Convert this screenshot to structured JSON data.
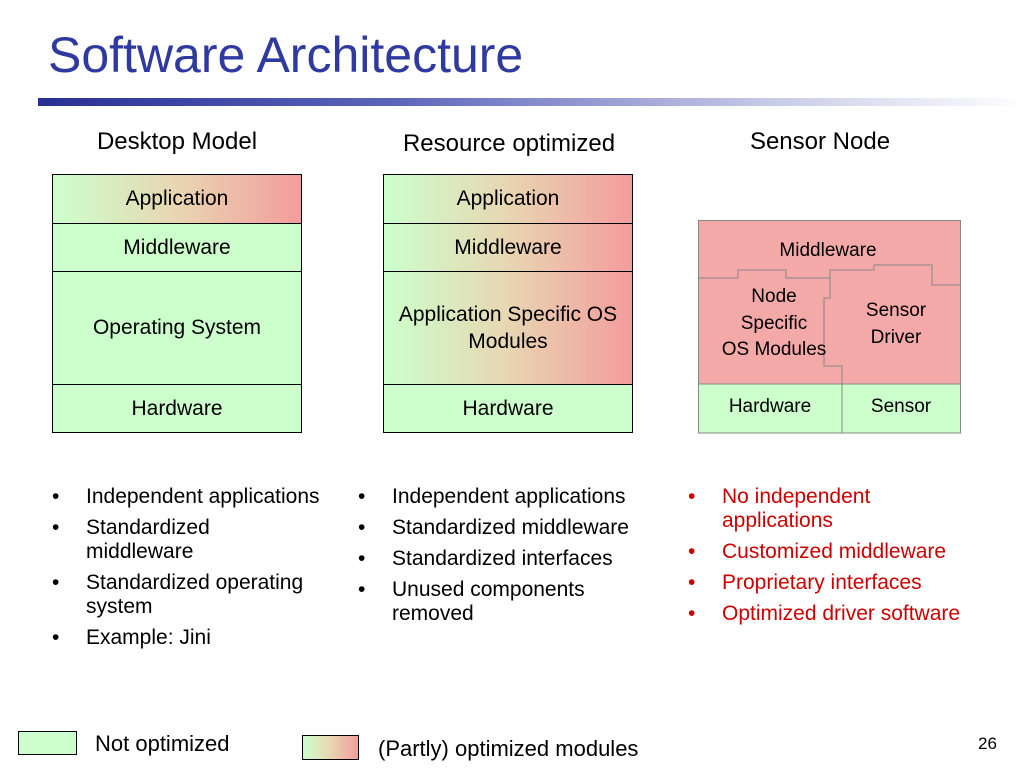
{
  "slide": {
    "title": "Software Architecture",
    "page_number": "26"
  },
  "columns": {
    "desktop": {
      "heading": "Desktop Model",
      "layers": [
        "Application",
        "Middleware",
        "Operating System",
        "Hardware"
      ],
      "bullets": [
        "Independent applications",
        "Standardized middleware",
        "Standardized operating system",
        "Example: Jini"
      ]
    },
    "resource": {
      "heading": "Resource optimized",
      "layers": [
        "Application",
        "Middleware",
        "Application Specific OS Modules",
        "Hardware"
      ],
      "bullets": [
        "Independent applications",
        "Standardized middleware",
        "Standardized interfaces",
        "Unused components removed"
      ]
    },
    "sensor": {
      "heading": "Sensor Node",
      "middleware": "Middleware",
      "node_os_line1": "Node",
      "node_os_line2": "Specific",
      "node_os_line3": "OS Modules",
      "driver_line1": "Sensor",
      "driver_line2": "Driver",
      "hardware": "Hardware",
      "sensor": "Sensor",
      "bullets": [
        "No independent applications",
        "Customized middleware",
        "Proprietary interfaces",
        "Optimized driver software"
      ]
    }
  },
  "legend": {
    "not_optimized": "Not optimized",
    "optimized": "(Partly) optimized modules"
  },
  "colors": {
    "title": "#2f3aa0",
    "green": "#ccffcc",
    "red": "#f4a9a9",
    "bullet_red": "#cc0000"
  }
}
